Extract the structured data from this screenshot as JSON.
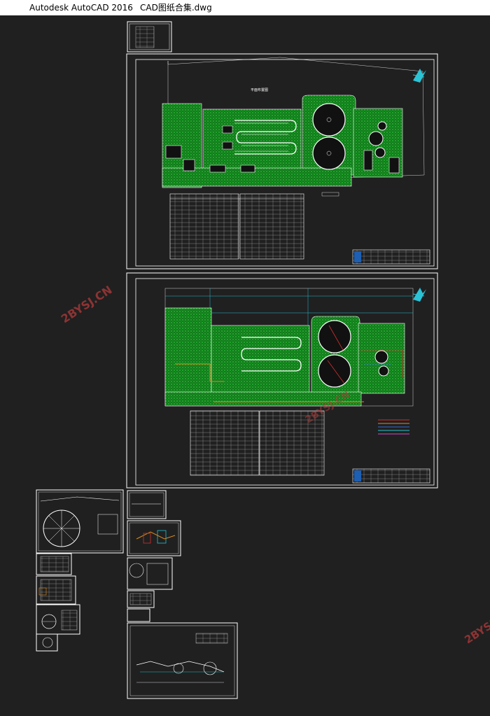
{
  "window": {
    "app_title": "Autodesk AutoCAD 2016",
    "file_name": "CAD图纸合集.dwg"
  },
  "watermark": {
    "text": "2BYSJ.CN",
    "color": "#b33a3a"
  },
  "colors": {
    "canvas_bg": "#202020",
    "frame": "#ffffff",
    "hatch_green": "#1fae2b",
    "accent_red": "#d03030",
    "accent_orange": "#e08a1c",
    "accent_blue": "#2b6cd8",
    "accent_cyan": "#23c3d0"
  },
  "drawings": {
    "cover_sheet": "cover-sheet",
    "sheet1": "site-plan-sheet-1",
    "sheet2": "pipeline-plan-sheet-2",
    "small_sheets": [
      "tank-plan-sheet",
      "section-detail-sheet",
      "equipment-sheet",
      "table-sheet-a",
      "table-sheet-b",
      "small-tank-sheet",
      "detail-sheet-c",
      "detail-sheet-d",
      "profile-sheet"
    ]
  }
}
